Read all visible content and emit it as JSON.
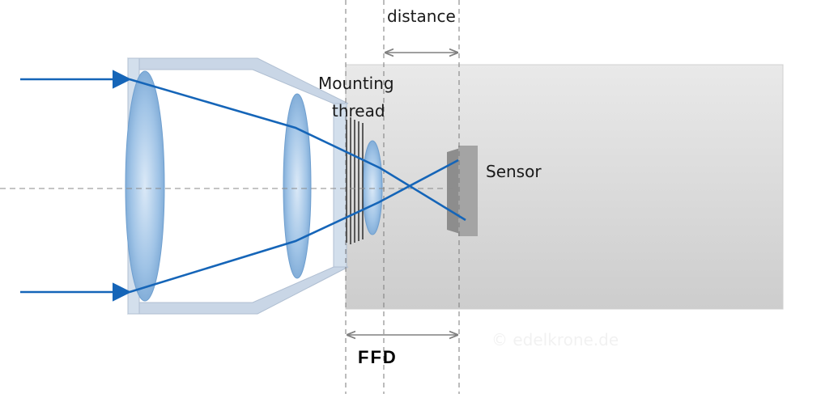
{
  "labels": {
    "distance": "distance",
    "mounting_line1": "Mounting",
    "mounting_line2": "thread",
    "sensor": "Sensor",
    "ffd": "FFD",
    "watermark": "© edelkrone.de"
  },
  "colors": {
    "ray": "#1565b8",
    "lens_fill": "#8fb8e0",
    "barrel": "#c9d6e6",
    "body_top": "#e3e3e3",
    "body_bottom": "#cfcfcf",
    "sensor": "#9a9a9a",
    "guide": "#7a7a7a",
    "arrow": "#808080"
  }
}
